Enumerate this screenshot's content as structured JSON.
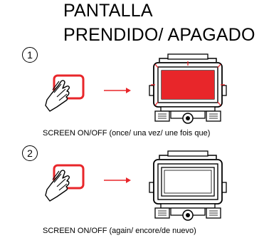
{
  "title": {
    "line1": "PANTALLA",
    "line2": "PRENDIDO/ APAGADO"
  },
  "steps": [
    {
      "number": "1",
      "caption": "SCREEN ON/OFF (once/ una vez/ une fois que)",
      "screen_state": "on",
      "screen_color": "#e8262a"
    },
    {
      "number": "2",
      "caption": "SCREEN ON/OFF (again/ encore/de nuevo)",
      "screen_state": "off",
      "screen_color": "#ffffff"
    }
  ],
  "colors": {
    "accent_red": "#e8262a",
    "outline": "#000000"
  },
  "icons": {
    "pointer": "hand-pointer-icon",
    "arrow": "right-arrow-icon",
    "device": "recorder-device-icon"
  }
}
